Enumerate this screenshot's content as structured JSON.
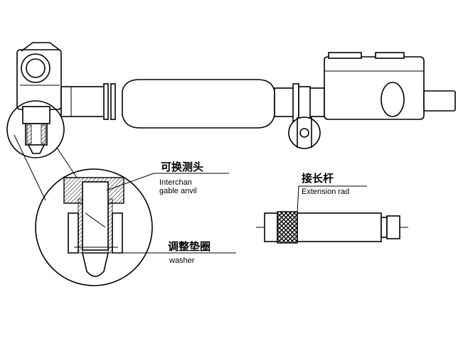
{
  "labels": {
    "interchangeable_anvil_cn": "可换测头",
    "interchangeable_anvil_en_line1": "Interchan",
    "interchangeable_anvil_en_line2": "gable anvil",
    "extension_rod_cn": "接长杆",
    "extension_rod_en": "Extension rad",
    "washer_cn": "调整垫圈",
    "washer_en": "washer"
  },
  "colors": {
    "line": "#000000",
    "background": "#ffffff"
  }
}
